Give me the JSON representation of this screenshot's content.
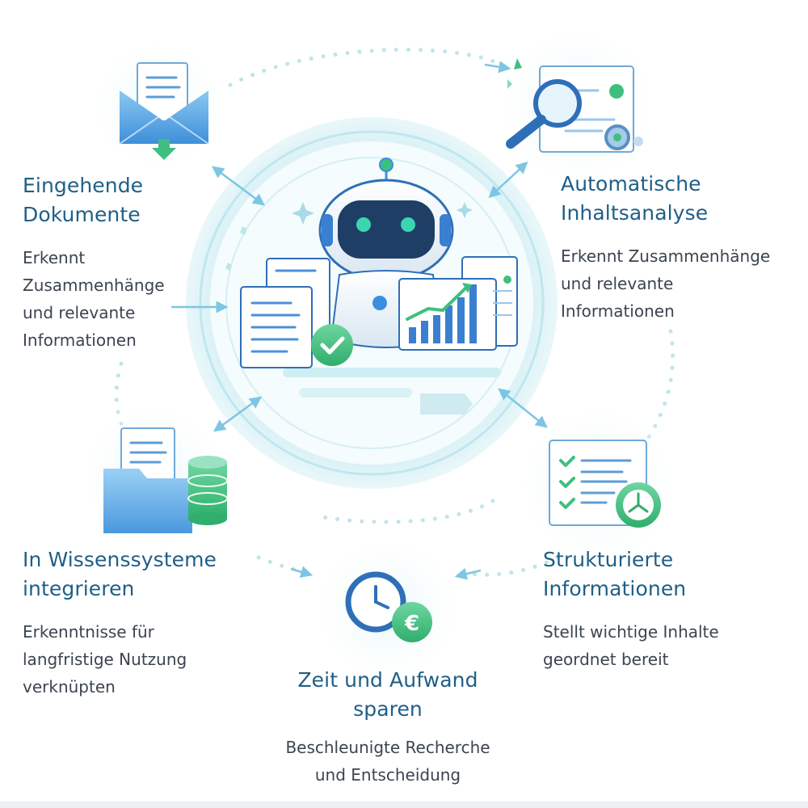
{
  "nodes": {
    "incoming_documents": {
      "title": [
        "Eingehende",
        "Dokumente"
      ],
      "description": [
        "Erkennt",
        "Zusammenhänge",
        "und relevante",
        "Informationen"
      ]
    },
    "content_analysis": {
      "title": [
        "Automatische",
        "Inhaltsanalyse"
      ],
      "description": [
        "Erkennt Zusammenhänge",
        "und relevante",
        "Informationen"
      ]
    },
    "knowledge_systems": {
      "title": [
        "In Wissenssysteme",
        "integrieren"
      ],
      "description": [
        "Erkenntnisse für",
        "langfristige Nutzung",
        "verknüpten"
      ]
    },
    "structured_info": {
      "title": [
        "Strukturierte",
        "Informationen"
      ],
      "description": [
        "Stellt wichtige Inhalte",
        "geordnet bereit"
      ]
    },
    "save_time": {
      "title": [
        "Zeit und Aufwand",
        "sparen"
      ],
      "description": [
        "Beschleunigte Recherche",
        "und Entscheidung"
      ]
    }
  },
  "icons": {
    "center": "robot-icon",
    "incoming_documents": "envelope-document-icon",
    "content_analysis": "magnifier-document-icon",
    "knowledge_systems": "folder-database-icon",
    "structured_info": "checklist-clock-icon",
    "save_time": "clock-euro-icon"
  },
  "colors": {
    "title": "#1f5f86",
    "text": "#3b4450",
    "accent_blue": "#3a8ee0",
    "accent_green": "#3fbf7f",
    "glow": "#d8f1f6"
  }
}
